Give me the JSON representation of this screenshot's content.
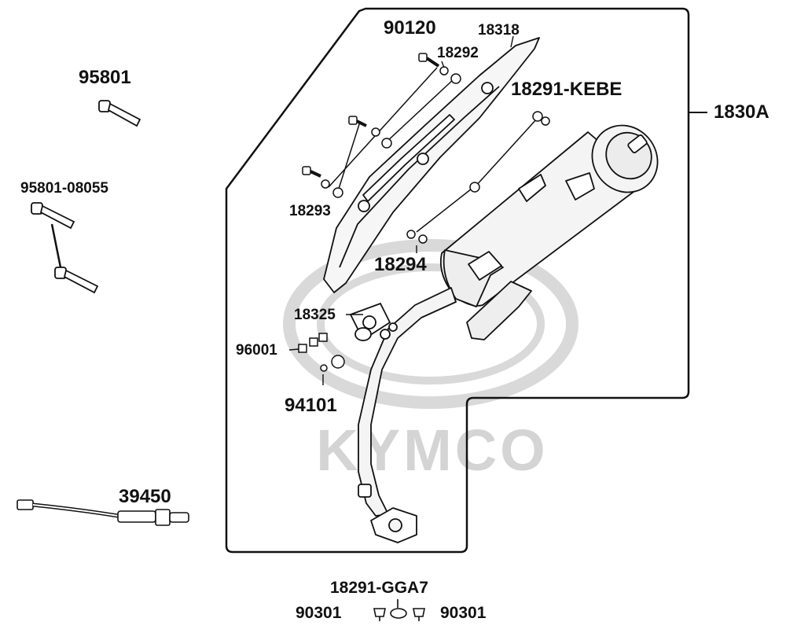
{
  "watermark": {
    "text": "KYMCO",
    "color": "#d4d4d4"
  },
  "assembly": {
    "label": "1830A"
  },
  "parts": [
    {
      "id": "95801",
      "label": "95801"
    },
    {
      "id": "95801-08055",
      "label": "95801-08055"
    },
    {
      "id": "39450",
      "label": "39450"
    },
    {
      "id": "90120",
      "label": "90120"
    },
    {
      "id": "18318",
      "label": "18318"
    },
    {
      "id": "18292",
      "label": "18292"
    },
    {
      "id": "18291-KEBE",
      "label": "18291-KEBE"
    },
    {
      "id": "18293",
      "label": "18293"
    },
    {
      "id": "18294",
      "label": "18294"
    },
    {
      "id": "18325",
      "label": "18325"
    },
    {
      "id": "96001",
      "label": "96001"
    },
    {
      "id": "94101",
      "label": "94101"
    },
    {
      "id": "18291-GGA7",
      "label": "18291-GGA7"
    },
    {
      "id": "90301-left",
      "label": "90301"
    },
    {
      "id": "90301-right",
      "label": "90301"
    }
  ],
  "colors": {
    "line": "#111111",
    "muffler_fill": "#f4f4f4",
    "guard_fill": "#f6f6f6"
  }
}
